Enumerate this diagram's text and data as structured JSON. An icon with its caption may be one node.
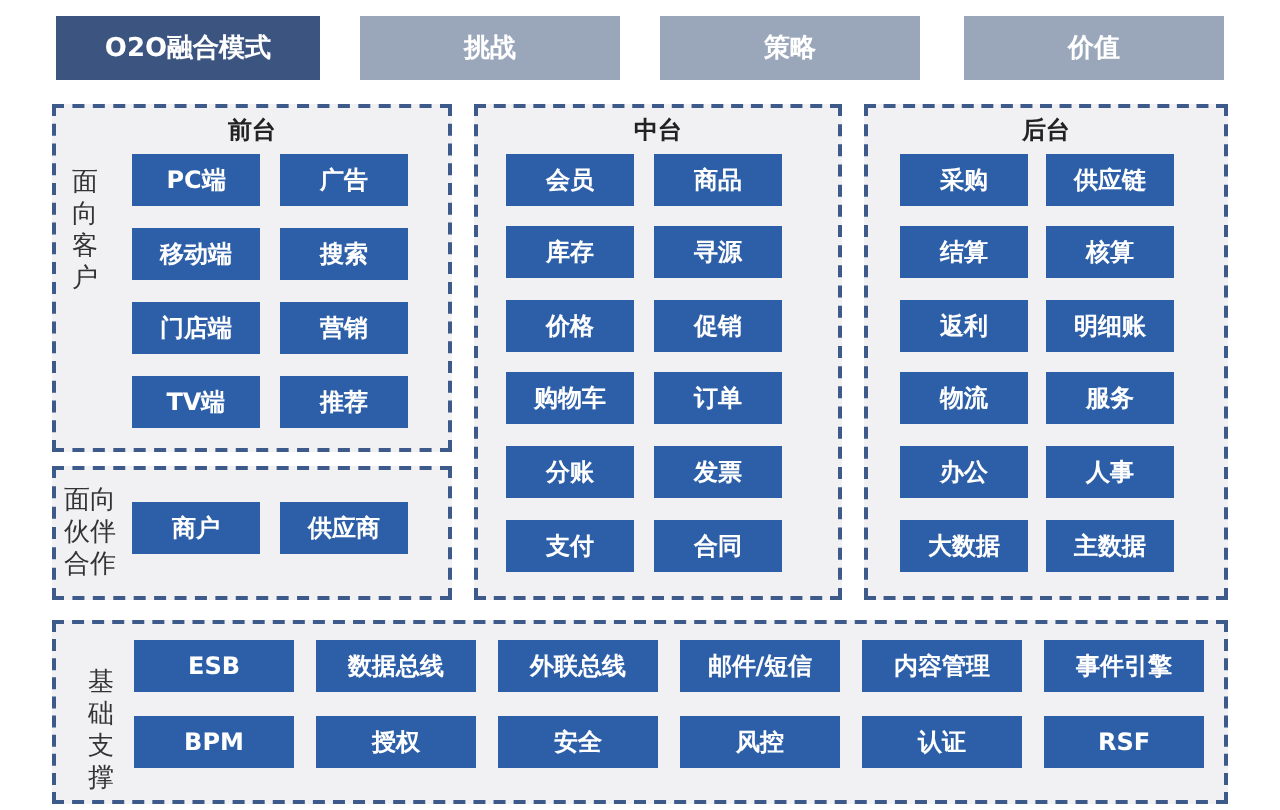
{
  "diagram": {
    "nodes": [
      {
        "text": [
          "O2O融合模式"
        ]
      },
      {
        "text": [
          "挑战"
        ]
      },
      {
        "text": [
          "策略"
        ]
      },
      {
        "text": [
          "价值"
        ]
      },
      {
        "text": [
          "前台",
          "面向客户"
        ]
      },
      {
        "text": [
          "PC端"
        ],
        "in": 4
      },
      {
        "text": [
          "广告"
        ],
        "in": 4
      },
      {
        "text": [
          "移动端"
        ],
        "in": 4
      },
      {
        "text": [
          "搜索"
        ],
        "in": 4
      },
      {
        "text": [
          "门店端"
        ],
        "in": 4
      },
      {
        "text": [
          "营销"
        ],
        "in": 4
      },
      {
        "text": [
          "TV端"
        ],
        "in": 4
      },
      {
        "text": [
          "推荐"
        ],
        "in": 4
      },
      {
        "text": [
          "面向伙伴合作"
        ]
      },
      {
        "text": [
          "商户"
        ],
        "in": 13
      },
      {
        "text": [
          "供应商"
        ],
        "in": 13
      },
      {
        "text": [
          "中台"
        ]
      },
      {
        "text": [
          "会员"
        ],
        "in": 16
      },
      {
        "text": [
          "商品"
        ],
        "in": 16
      },
      {
        "text": [
          "库存"
        ],
        "in": 16
      },
      {
        "text": [
          "寻源"
        ],
        "in": 16
      },
      {
        "text": [
          "价格"
        ],
        "in": 16
      },
      {
        "text": [
          "促销"
        ],
        "in": 16
      },
      {
        "text": [
          "购物车"
        ],
        "in": 16
      },
      {
        "text": [
          "订单"
        ],
        "in": 16
      },
      {
        "text": [
          "分账"
        ],
        "in": 16
      },
      {
        "text": [
          "发票"
        ],
        "in": 16
      },
      {
        "text": [
          "支付"
        ],
        "in": 16
      },
      {
        "text": [
          "合同"
        ],
        "in": 16
      },
      {
        "text": [
          "后台"
        ]
      },
      {
        "text": [
          "采购"
        ],
        "in": 29
      },
      {
        "text": [
          "供应链"
        ],
        "in": 29
      },
      {
        "text": [
          "结算"
        ],
        "in": 29
      },
      {
        "text": [
          "核算"
        ],
        "in": 29
      },
      {
        "text": [
          "返利"
        ],
        "in": 29
      },
      {
        "text": [
          "明细账"
        ],
        "in": 29
      },
      {
        "text": [
          "物流"
        ],
        "in": 29
      },
      {
        "text": [
          "服务"
        ],
        "in": 29
      },
      {
        "text": [
          "办公"
        ],
        "in": 29
      },
      {
        "text": [
          "人事"
        ],
        "in": 29
      },
      {
        "text": [
          "大数据"
        ],
        "in": 29
      },
      {
        "text": [
          "主数据"
        ],
        "in": 29
      },
      {
        "text": [
          "基础支撑"
        ]
      },
      {
        "text": [
          "ESB"
        ],
        "in": 42
      },
      {
        "text": [
          "数据总线"
        ],
        "in": 42
      },
      {
        "text": [
          "外联总线"
        ],
        "in": 42
      },
      {
        "text": [
          "邮件/短信"
        ],
        "in": 42
      },
      {
        "text": [
          "内容管理"
        ],
        "in": 42
      },
      {
        "text": [
          "事件引擎"
        ],
        "in": 42
      },
      {
        "text": [
          "BPM"
        ],
        "in": 42
      },
      {
        "text": [
          "授权"
        ],
        "in": 42
      },
      {
        "text": [
          "安全"
        ],
        "in": 42
      },
      {
        "text": [
          "风控"
        ],
        "in": 42
      },
      {
        "text": [
          "认证"
        ],
        "in": 42
      },
      {
        "text": [
          "RSF"
        ],
        "in": 42
      }
    ]
  }
}
